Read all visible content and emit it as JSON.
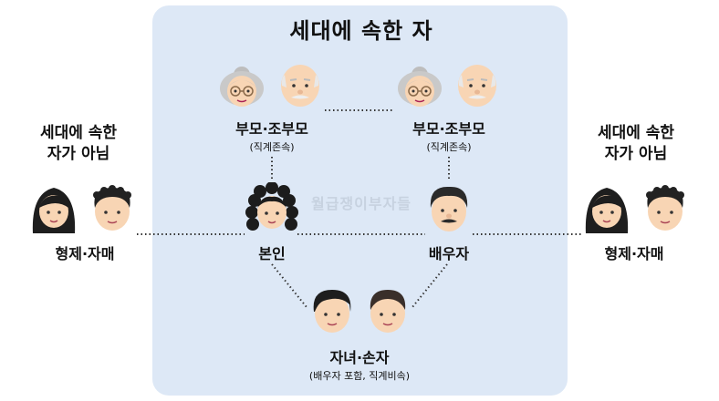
{
  "header": {
    "title": "세대에 속한 자"
  },
  "left_group": {
    "title_line1": "세대에 속한",
    "title_line2": "자가 아님",
    "label": "형제·자매"
  },
  "right_group": {
    "title_line1": "세대에 속한",
    "title_line2": "자가 아님",
    "label": "형제·자매"
  },
  "parents_left": {
    "label": "부모·조부모",
    "sublabel": "(직계존속)"
  },
  "parents_right": {
    "label": "부모·조부모",
    "sublabel": "(직계존속)"
  },
  "self": {
    "label": "본인"
  },
  "spouse": {
    "label": "배우자"
  },
  "children": {
    "label": "자녀·손자",
    "sublabel": "(배우자 포함, 직계비속)"
  },
  "watermark": {
    "text": "월급쟁이부자들"
  },
  "colors": {
    "panel": "#dde8f6",
    "line": "#333333",
    "skin": "#f8d5b4"
  },
  "icons": [
    "grandmother-icon",
    "grandfather-icon",
    "woman-icon",
    "man-icon",
    "boy-icon",
    "child-icon"
  ]
}
